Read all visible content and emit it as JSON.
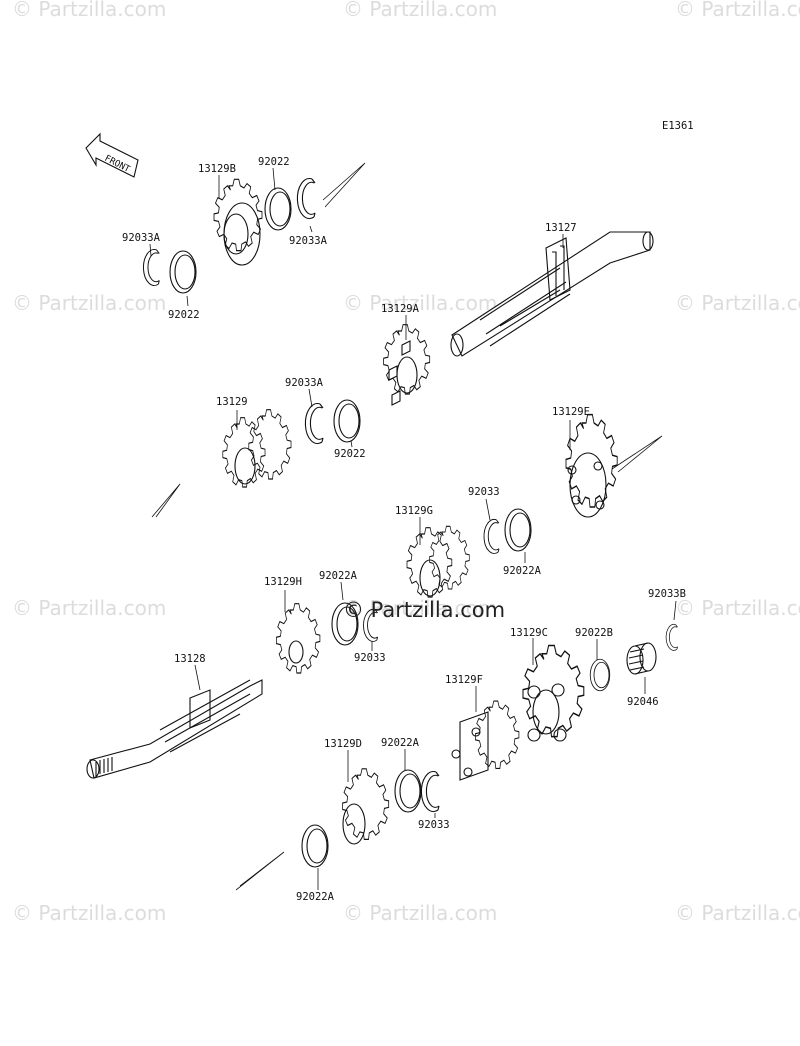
{
  "watermarks": [
    "© Partzilla.com",
    "© Partzilla.com",
    "© Partzilla.com",
    "© Partzilla.com",
    "© Partzilla.com",
    "© Partzilla.com",
    "© Partzilla.com",
    "© Partzilla.com",
    "© Partzilla.com",
    "© Partzilla.com",
    "© Partzilla.com",
    "© Partzilla.com"
  ],
  "center_watermark": "© Partzilla.com",
  "diagram_code": "E1361",
  "front_label": "FRONT",
  "parts": {
    "p13129B": "13129B",
    "p92022_top": "92022",
    "p92033A_top": "92033A",
    "p92033A_left": "92033A",
    "p92022_left": "92022",
    "p13127": "13127",
    "p13129A": "13129A",
    "p92033A_mid": "92033A",
    "p13129": "13129",
    "p92022_mid": "92022",
    "p13129E": "13129E",
    "p92033_upper": "92033",
    "p13129G": "13129G",
    "p92022A_right": "92022A",
    "p13129H": "13129H",
    "p92022A_mid": "92022A",
    "p92033_mid": "92033",
    "p13129C": "13129C",
    "p92022B": "92022B",
    "p92033B": "92033B",
    "p13128": "13128",
    "p92046": "92046",
    "p13129F": "13129F",
    "p13129D": "13129D",
    "p92022A_low": "92022A",
    "p92033_low": "92033",
    "p92022A_bottom": "92022A"
  }
}
